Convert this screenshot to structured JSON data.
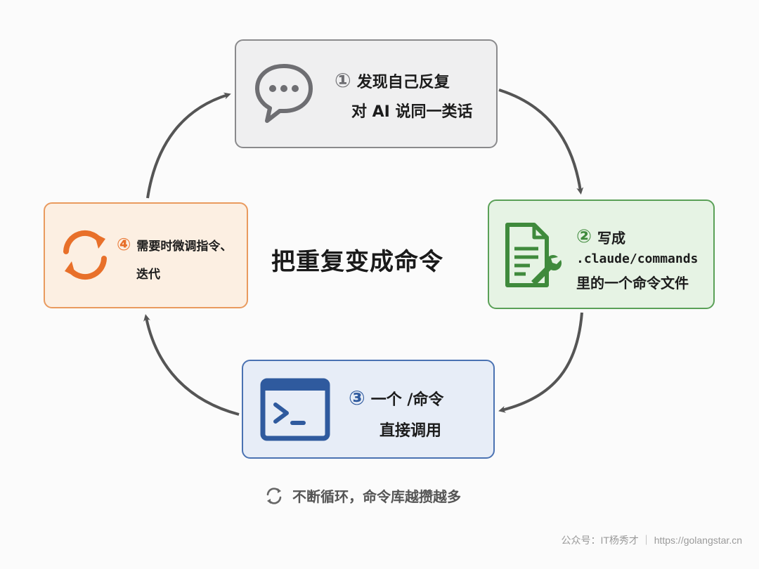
{
  "title": "把重复变成命令",
  "steps": [
    {
      "number": "①",
      "lines": [
        "发现自己反复",
        "对 AI 说同一类话"
      ],
      "icon": "chat-bubble-icon",
      "border_color": "#8a8a8c",
      "fill_color": "#efeff0"
    },
    {
      "number": "②",
      "lines": [
        "写成",
        ".claude/commands",
        "里的一个命令文件"
      ],
      "icon": "file-wrench-icon",
      "border_color": "#5aa057",
      "fill_color": "#e6f3e4"
    },
    {
      "number": "③",
      "lines": [
        "一个 /命令",
        "直接调用"
      ],
      "icon": "terminal-icon",
      "border_color": "#4a72b2",
      "fill_color": "#e7edf7"
    },
    {
      "number": "④",
      "lines": [
        "需要时微调指令、",
        "迭代"
      ],
      "icon": "refresh-cycle-icon",
      "border_color": "#e99a5e",
      "fill_color": "#fcefe2"
    }
  ],
  "footer": {
    "icon": "loop-icon",
    "text": "不断循环，命令库越攒越多"
  },
  "watermark": "公众号：IT杨秀才 ｜ https://golangstar.cn",
  "colors": {
    "arrow": "#555555",
    "orange_accent": "#e8702a",
    "green_accent": "#3f8a3c",
    "blue_accent": "#2f5a9e"
  }
}
